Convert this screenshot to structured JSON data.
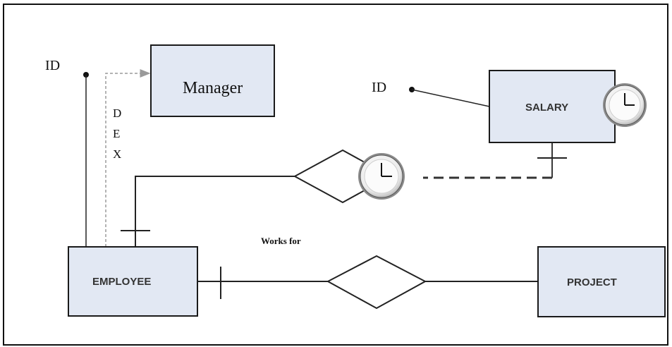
{
  "diagram": {
    "entities": {
      "manager": "Manager",
      "salary": "SALARY",
      "employee": "EMPLOYEE",
      "project": "PROJECT"
    },
    "attributes": {
      "employee_id": "ID",
      "salary_id": "ID"
    },
    "dex_letters": [
      "D",
      "E",
      "X"
    ],
    "relationship_label": "Works for",
    "colors": {
      "entity_fill": "#e2e8f3",
      "stroke": "#1a1a1a",
      "clock_face": "#f2f2f2",
      "dex_arrow": "#9a9a9a"
    },
    "icons": [
      "clock-icon",
      "clock-icon"
    ]
  }
}
